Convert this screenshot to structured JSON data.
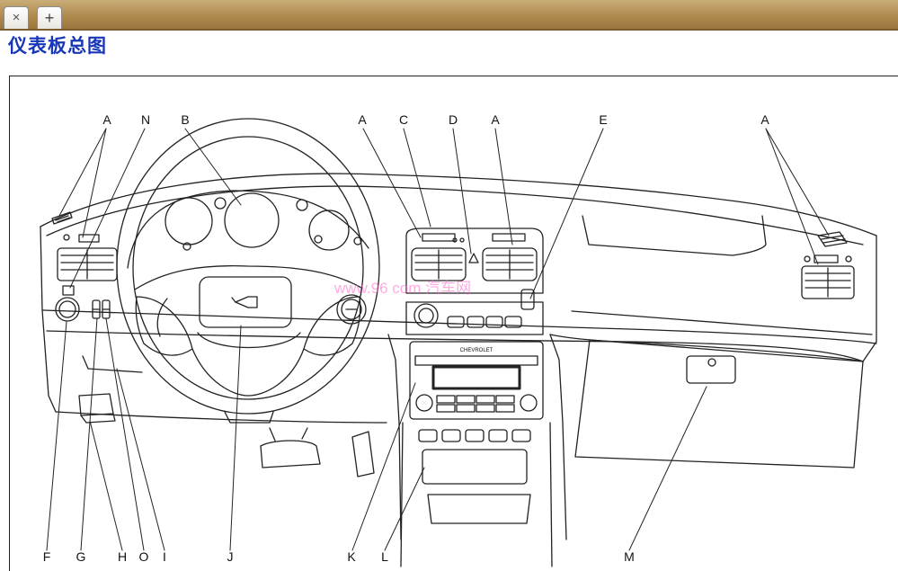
{
  "tabs": {
    "close_glyph": "×",
    "add_glyph": "+"
  },
  "page": {
    "title": "仪表板总图"
  },
  "diagram": {
    "horn_symbol": "horn-icon",
    "radio_brand": "CHEVROLET",
    "watermark": "www.96 com 汽车网",
    "callouts": [
      {
        "id": "A1",
        "label": "A"
      },
      {
        "id": "N",
        "label": "N"
      },
      {
        "id": "B",
        "label": "B"
      },
      {
        "id": "A2",
        "label": "A"
      },
      {
        "id": "C",
        "label": "C"
      },
      {
        "id": "D",
        "label": "D"
      },
      {
        "id": "A3",
        "label": "A"
      },
      {
        "id": "E",
        "label": "E"
      },
      {
        "id": "A4",
        "label": "A"
      },
      {
        "id": "F",
        "label": "F"
      },
      {
        "id": "G",
        "label": "G"
      },
      {
        "id": "H",
        "label": "H"
      },
      {
        "id": "O",
        "label": "O"
      },
      {
        "id": "I",
        "label": "I"
      },
      {
        "id": "J",
        "label": "J"
      },
      {
        "id": "K",
        "label": "K"
      },
      {
        "id": "L",
        "label": "L"
      },
      {
        "id": "M",
        "label": "M"
      }
    ]
  }
}
